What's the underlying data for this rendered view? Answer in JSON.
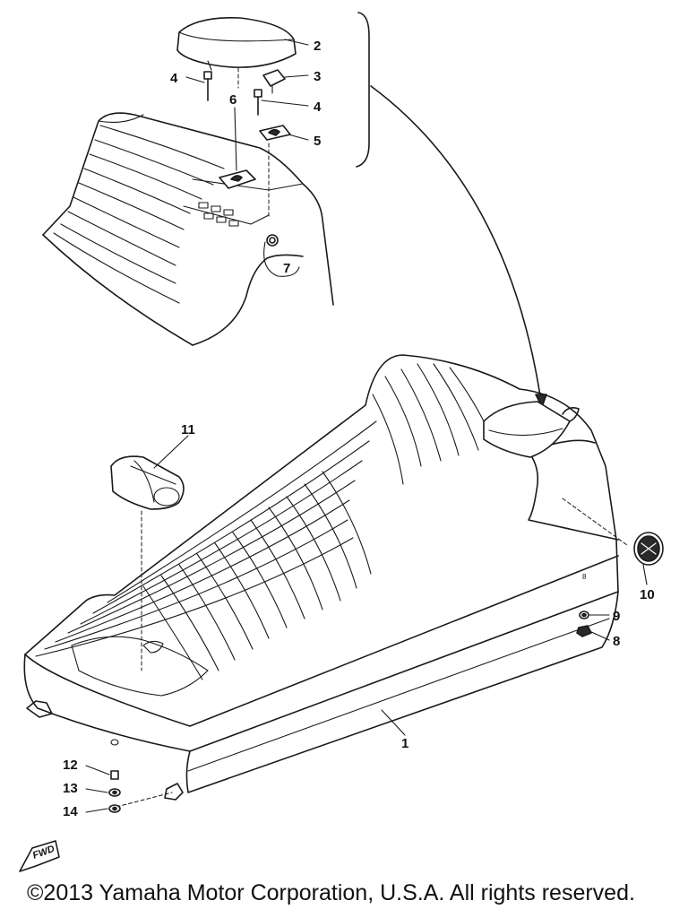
{
  "diagram": {
    "callouts": {
      "p1": "1",
      "p2": "2",
      "p3": "3",
      "p4a": "4",
      "p4b": "4",
      "p5": "5",
      "p6": "6",
      "p7": "7",
      "p8": "8",
      "p9": "9",
      "p10": "10",
      "p11": "11",
      "p12": "12",
      "p13": "13",
      "p14": "14"
    },
    "fwd_label": "FWD"
  },
  "footer": {
    "copyright": "©2013 Yamaha Motor Corporation, U.S.A. All rights reserved."
  }
}
